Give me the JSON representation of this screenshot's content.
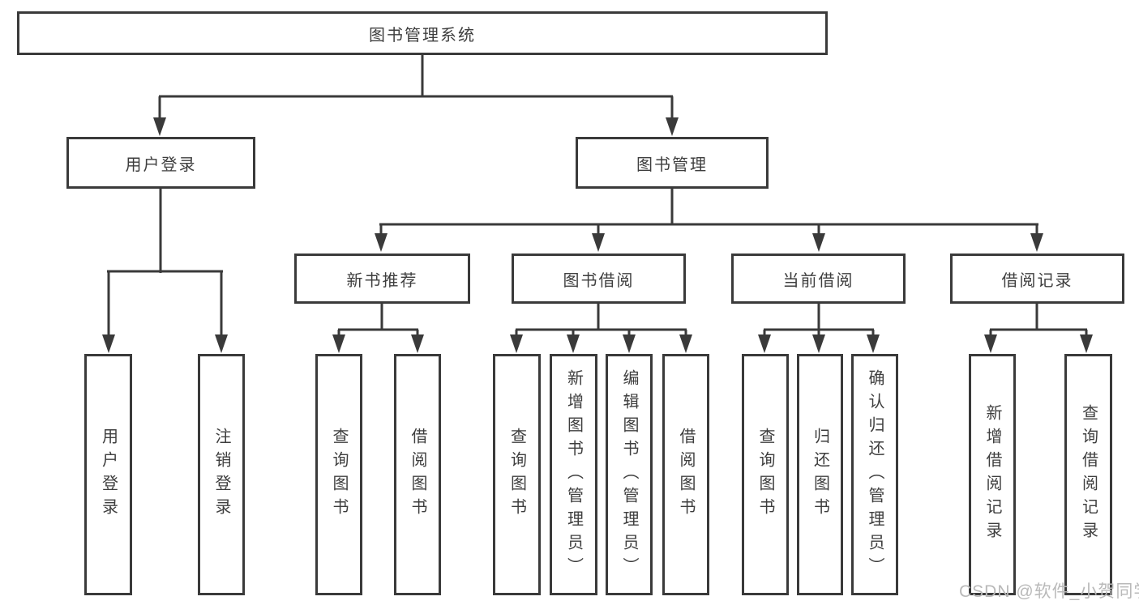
{
  "diagram": {
    "type": "tree",
    "title": "图书管理系统",
    "tree": {
      "label": "图书管理系统",
      "children": [
        {
          "label": "用户登录",
          "children": [
            {
              "label": "用户登录"
            },
            {
              "label": "注销登录"
            }
          ]
        },
        {
          "label": "图书管理",
          "children": [
            {
              "label": "新书推荐",
              "children": [
                {
                  "label": "查询图书"
                },
                {
                  "label": "借阅图书"
                }
              ]
            },
            {
              "label": "图书借阅",
              "children": [
                {
                  "label": "查询图书"
                },
                {
                  "label": "新增图书（管理员）"
                },
                {
                  "label": "编辑图书（管理员）"
                },
                {
                  "label": "借阅图书"
                }
              ]
            },
            {
              "label": "当前借阅",
              "children": [
                {
                  "label": "查询图书"
                },
                {
                  "label": "归还图书"
                },
                {
                  "label": "确认归还（管理员）"
                }
              ]
            },
            {
              "label": "借阅记录",
              "children": [
                {
                  "label": "新增借阅记录"
                },
                {
                  "label": "查询借阅记录"
                }
              ]
            }
          ]
        }
      ]
    }
  },
  "watermark": {
    "text": "CSDN @软件_小贺同学"
  },
  "colors": {
    "line": "#3a3a3a",
    "text": "#3e3e3e",
    "watermark": "#b9b9b9",
    "background": "#ffffff"
  }
}
